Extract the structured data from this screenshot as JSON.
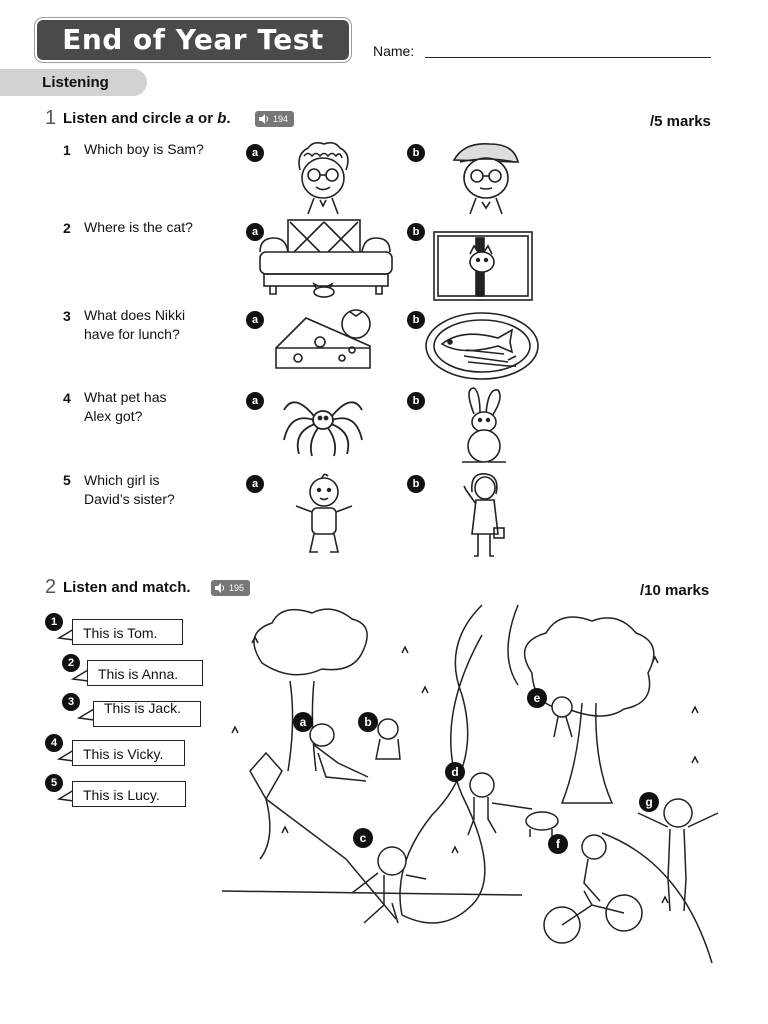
{
  "header": {
    "title": "End of Year Test",
    "name_label": "Name:",
    "section": "Listening"
  },
  "exercise1": {
    "number": "1",
    "heading_pre": "Listen and circle ",
    "heading_a": "a",
    "heading_or": " or ",
    "heading_b": "b",
    "heading_end": ".",
    "track": "194",
    "marks": "/5 marks",
    "option_a": "a",
    "option_b": "b",
    "questions": [
      {
        "num": "1",
        "line1": "Which boy is Sam?",
        "line2": ""
      },
      {
        "num": "2",
        "line1": "Where is the cat?",
        "line2": ""
      },
      {
        "num": "3",
        "line1": "What does Nikki",
        "line2": "have for lunch?"
      },
      {
        "num": "4",
        "line1": "What pet has",
        "line2": "Alex got?"
      },
      {
        "num": "5",
        "line1": "Which girl is",
        "line2": "David’s sister?"
      }
    ]
  },
  "exercise2": {
    "number": "2",
    "heading": "Listen and match.",
    "track": "195",
    "marks": "/10 marks",
    "bubbles": [
      {
        "num": "1",
        "text": "This is Tom."
      },
      {
        "num": "2",
        "text": "This is Anna."
      },
      {
        "num": "3",
        "text": "This is Jack."
      },
      {
        "num": "4",
        "text": "This is Vicky."
      },
      {
        "num": "5",
        "text": "This is Lucy."
      }
    ],
    "labels": [
      "a",
      "b",
      "c",
      "d",
      "e",
      "f",
      "g"
    ]
  }
}
